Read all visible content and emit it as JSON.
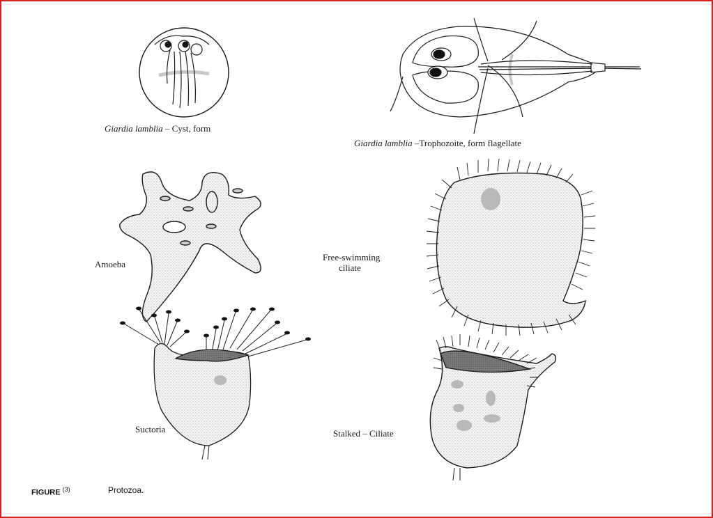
{
  "figure": {
    "number_label": "FIGURE",
    "number": "(3)",
    "title": "Protozoa."
  },
  "labels": {
    "cyst_species": "Giardia lamblia",
    "cyst_form": " – Cyst, form",
    "tropho_species": "Giardia lamblia",
    "tropho_form": " –Trophozoite, form flagellate",
    "amoeba": "Amoeba",
    "free_ciliate_1": "Free-swimming",
    "free_ciliate_2": "ciliate",
    "suctoria": "Suctoria",
    "stalked_ciliate": "Stalked – Ciliate"
  },
  "colors": {
    "border": "#d42424",
    "ink": "#1a1a1a",
    "stipple": "#e9e9e9",
    "dark_fill": "#8a8a8a"
  }
}
